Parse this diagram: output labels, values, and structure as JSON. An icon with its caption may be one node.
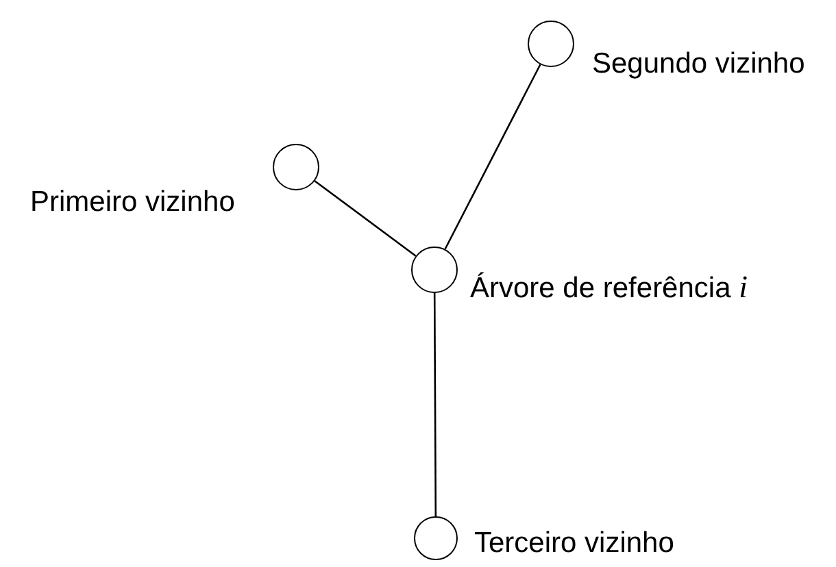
{
  "diagram": {
    "nodes": [
      {
        "text": [],
        "shape": "circle",
        "beside": [
          "Árvore de referência *i*"
        ]
      },
      {
        "text": [],
        "shape": "circle",
        "beside": [
          "Primeiro vizinho"
        ]
      },
      {
        "text": [],
        "shape": "circle",
        "beside": [
          "Segundo vizinho"
        ]
      },
      {
        "text": [],
        "shape": "circle",
        "beside": [
          "Terceiro vizinho"
        ]
      }
    ],
    "edges": [
      {
        "from": 0,
        "to": 1,
        "arrow": "none"
      },
      {
        "from": 0,
        "to": 2,
        "arrow": "none"
      },
      {
        "from": 0,
        "to": 3,
        "arrow": "none"
      }
    ]
  }
}
